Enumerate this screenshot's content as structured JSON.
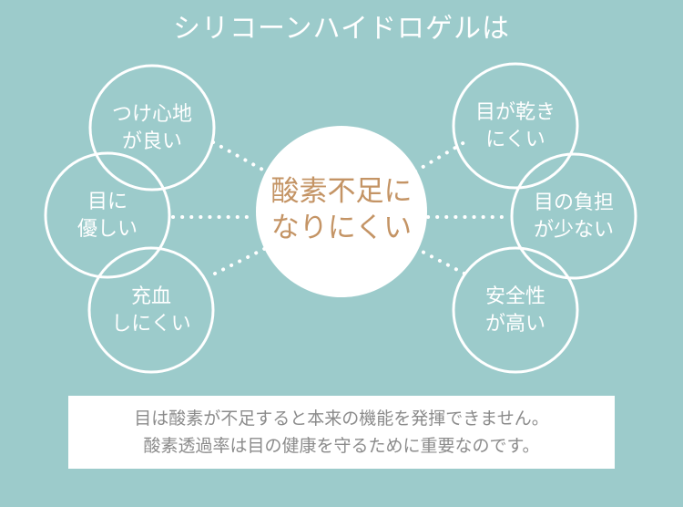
{
  "title": "シリコーンハイドロゲルは",
  "center": {
    "line1": "酸素不足に",
    "line2": "なりにくい"
  },
  "left_circles": [
    {
      "line1": "つけ心地",
      "line2": "が良い"
    },
    {
      "line1": "目に",
      "line2": "優しい"
    },
    {
      "line1": "充血",
      "line2": "しにくい"
    }
  ],
  "right_circles": [
    {
      "line1": "目が乾き",
      "line2": "にくい"
    },
    {
      "line1": "目の負担",
      "line2": "が少ない"
    },
    {
      "line1": "安全性",
      "line2": "が高い"
    }
  ],
  "note": {
    "line1": "目は酸素が不足すると本来の機能を発揮できません。",
    "line2": "酸素透過率は目の健康を守るために重要なのです。"
  },
  "colors": {
    "background": "#9ccbcb",
    "center_text": "#c49465",
    "note_text": "#8b8b8b"
  }
}
